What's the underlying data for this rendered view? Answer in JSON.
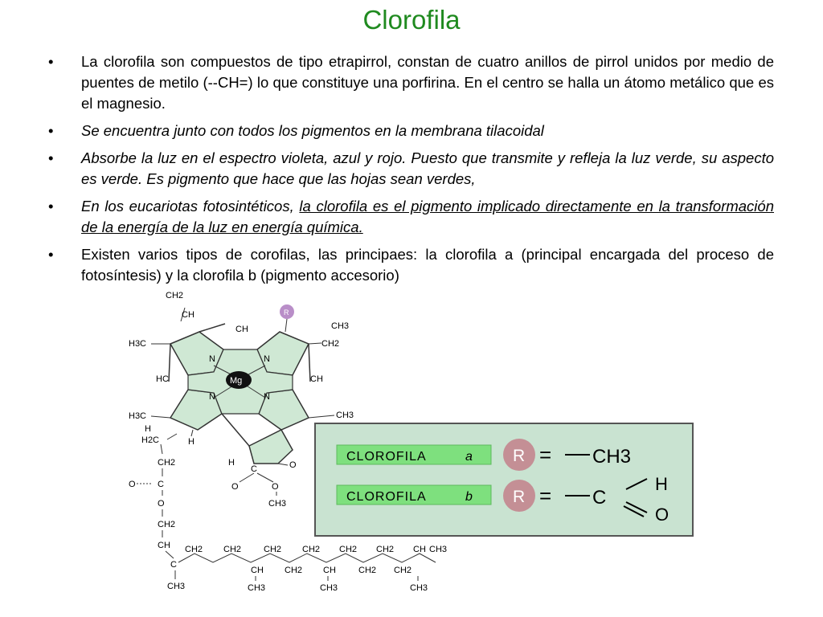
{
  "slide": {
    "title": "Clorofila",
    "bullet_symbol": "•",
    "bullets": [
      {
        "text": "La clorofila son compuestos de tipo etrapirrol, constan de cuatro anillos de pirrol unidos por medio de puentes de metilo (--CH=) lo que constituye una porfirina. En el centro se halla un átomo metálico que es el magnesio."
      },
      {
        "text": " Se encuentra junto con todos los pigmentos en la membrana tilacoidal"
      },
      {
        "text": "Absorbe la luz en el espectro violeta, azul y rojo. Puesto que transmite y refleja la luz verde, su aspecto es verde. Es pigmento que hace que las hojas sean verdes,"
      },
      {
        "text_plain": "En los eucariotas fotosintéticos, ",
        "text_underlined": "la clorofila es el pigmento implicado directamente en la transformación de la energía de la luz en energía química."
      },
      {
        "text": "Existen varios tipos de corofilas, las principaes: la clorofila a (principal encargada del proceso de fotosíntesis) y la clorofila b (pigmento accesorio)"
      }
    ]
  },
  "molecule": {
    "center_atom": "Mg",
    "nitrogen": "N",
    "r_marker": "R",
    "labels": {
      "ch2_top": "CH2",
      "ch_top": "CH",
      "ch_bridge_top": "CH",
      "h3c_left": "H3C",
      "ch3_right": "CH3",
      "ch2_right": "CH2",
      "hc_left": "HC",
      "ch_right": "CH",
      "h3c_lower": "H3C",
      "h_lower": "H",
      "h_lower2": "H",
      "ch3_lower_right": "CH3",
      "h2c_chain": "H2C",
      "ch2_chain1": "CH2",
      "o_ester": "O",
      "c_ester": "C",
      "o_ester2": "O",
      "ch2_chain2": "CH2",
      "ch_chain": "CH",
      "h_ring": "H",
      "c_ring": "C",
      "o_ring": "O",
      "o_sub": "O",
      "o_sub2": "O",
      "ch3_sub": "CH3",
      "c_chain_start": "C",
      "ch3_chain_start": "CH3",
      "tail_ch2_1": "CH2",
      "tail_ch2_2": "CH2",
      "tail_ch2_3": "CH2",
      "tail_ch_1": "CH",
      "tail_ch2_4": "CH2",
      "tail_ch2_5": "CH2",
      "tail_ch2_6": "CH2",
      "tail_ch_2": "CH",
      "tail_ch2_7": "CH2",
      "tail_ch2_8": "CH2",
      "tail_ch2_9": "CH2",
      "tail_ch_3": "CH",
      "tail_ch3_end": "CH3",
      "tail_ch3_1": "CH3",
      "tail_ch3_2": "CH3",
      "tail_ch3_3": "CH3"
    }
  },
  "r_groups": {
    "rows": [
      {
        "label": "CLOROFILA",
        "variant": "a",
        "marker": "R",
        "eq": "=",
        "group": "CH3"
      },
      {
        "label": "CLOROFILA",
        "variant": "b",
        "marker": "R",
        "eq": "=",
        "group_c": "C",
        "group_h": "H",
        "group_o": "O"
      }
    ]
  },
  "colors": {
    "title": "#1f8a1f",
    "ring_fill": "#cfe8d4",
    "panel_bg": "#c9e3d1",
    "label_bg": "#7ee07e",
    "r_circle": "#c48f95",
    "r_small": "#b98ec8",
    "mg_fill": "#111111"
  }
}
